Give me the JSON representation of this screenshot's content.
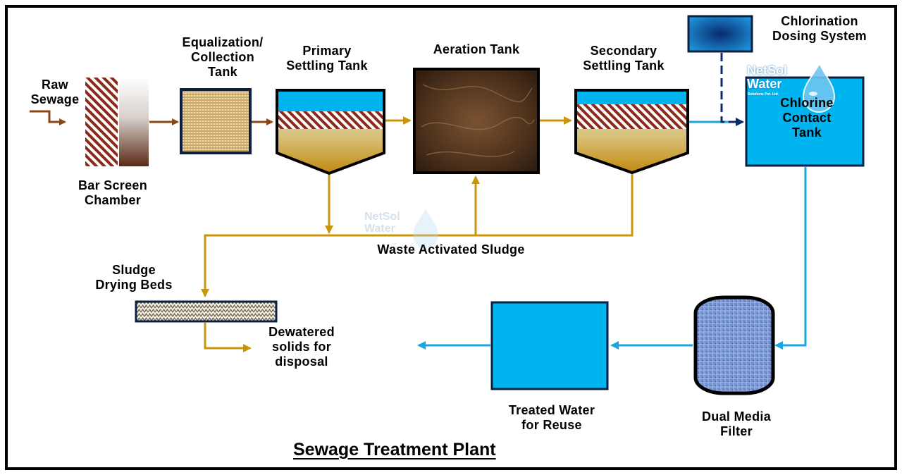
{
  "title": "Sewage Treatment Plant",
  "logo": {
    "name": "NetSol\nWater",
    "tagline": "Solutions Pvt. Ltd."
  },
  "labels": {
    "raw_sewage": "Raw\nSewage",
    "bar_screen": "Bar Screen\nChamber",
    "equalization": "Equalization/\nCollection\nTank",
    "primary": "Primary\nSettling Tank",
    "aeration": "Aeration Tank",
    "secondary": "Secondary\nSettling Tank",
    "chlorination": "Chlorination\nDosing System",
    "chlorine_contact": "Chlorine\nContact\nTank",
    "was": "Waste Activated Sludge",
    "sludge_beds": "Sludge\nDrying Beds",
    "dewatered": "Dewatered\nsolids for\ndisposal",
    "treated": "Treated Water\nfor Reuse",
    "dual_media": "Dual Media\nFilter"
  },
  "colors": {
    "border": "#000000",
    "tank_outline": "#0d1f40",
    "water_blue": "#00b4f0",
    "sludge_gold": "#c8960a",
    "sewage_brown": "#8b4513",
    "hatch_red": "#8b2a1a",
    "chlorine_line": "#0a2a6e"
  }
}
